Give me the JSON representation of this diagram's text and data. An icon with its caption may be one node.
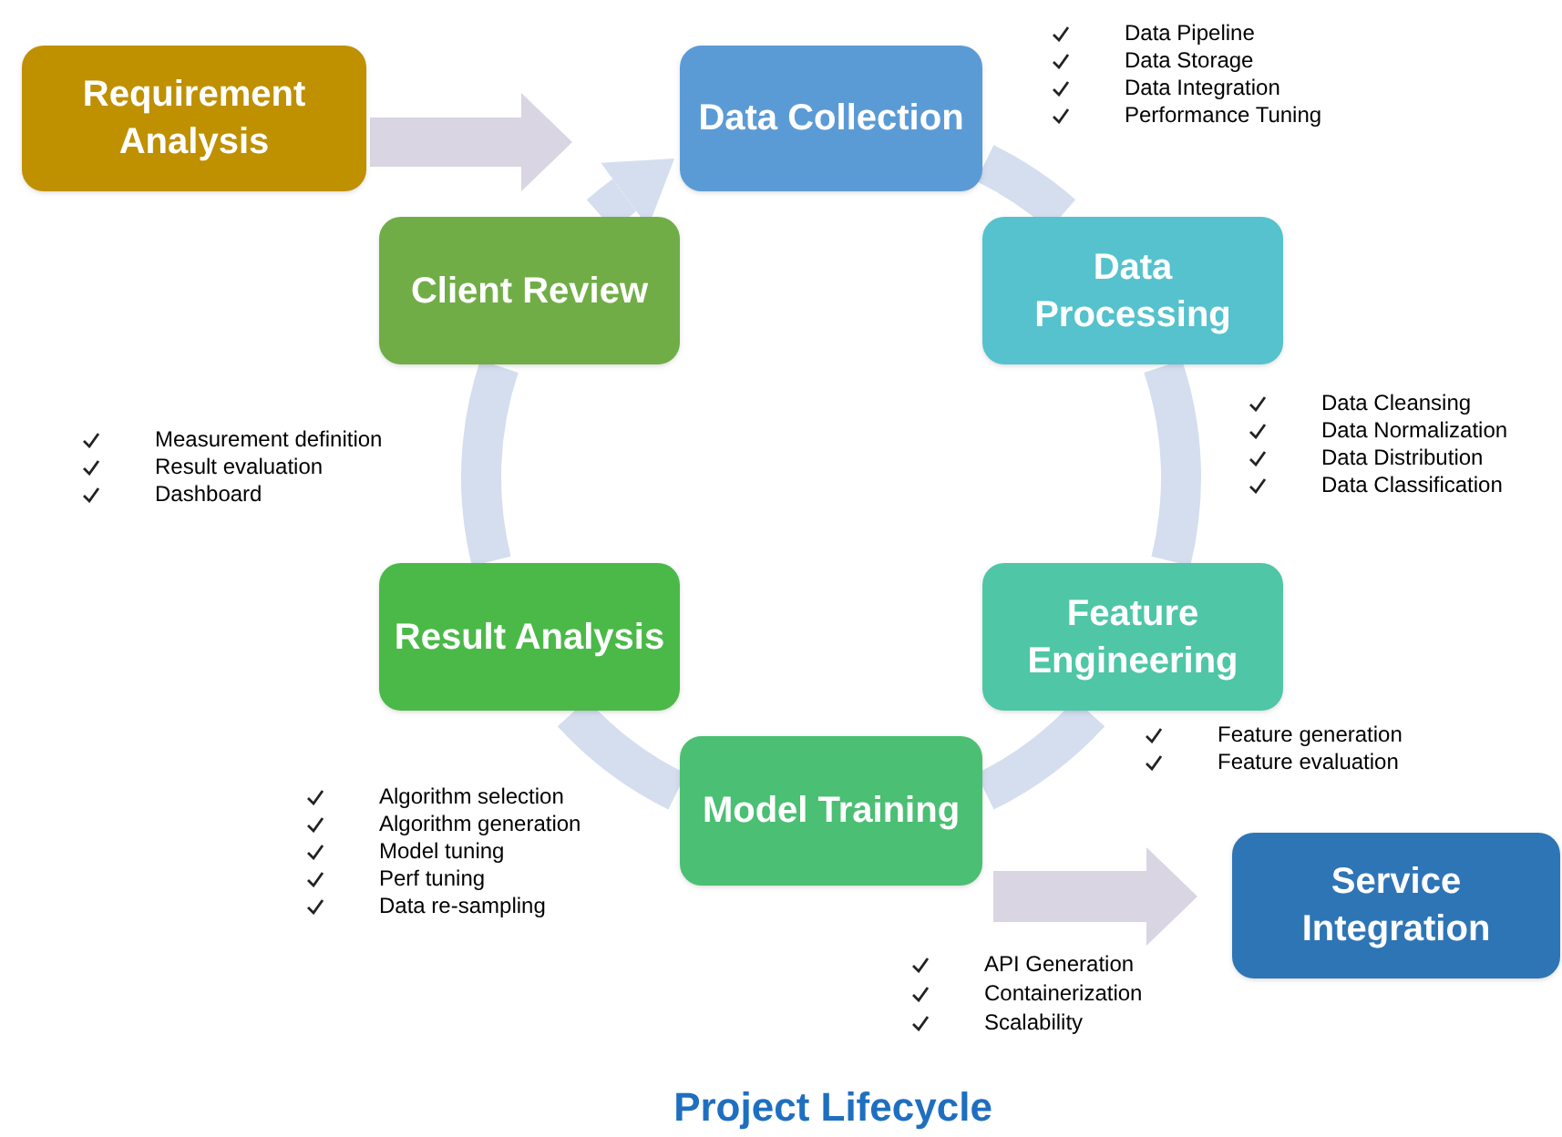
{
  "diagram": {
    "title": "Project Lifecycle",
    "nodes": [
      {
        "text": [
          "Requirement Analysis"
        ]
      },
      {
        "text": [
          "Data Collection"
        ],
        "beside": [
          "Data Pipeline",
          "Data Storage",
          "Data Integration",
          "Performance Tuning"
        ]
      },
      {
        "text": [
          "Data Processing"
        ],
        "beside": [
          "Data Cleansing",
          "Data Normalization",
          "Data Distribution",
          "Data Classification"
        ]
      },
      {
        "text": [
          "Feature Engineering"
        ],
        "beside": [
          "Feature generation",
          "Feature evaluation"
        ]
      },
      {
        "text": [
          "Model Training"
        ],
        "beside": [
          "Algorithm selection",
          "Algorithm generation",
          "Model tuning",
          "Perf tuning",
          "Data re-sampling"
        ]
      },
      {
        "text": [
          "Result Analysis"
        ]
      },
      {
        "text": [
          "Client Review"
        ],
        "beside": [
          "Measurement definition",
          "Result evaluation",
          "Dashboard"
        ]
      },
      {
        "text": [
          "Service Integration"
        ],
        "beside": [
          "API Generation",
          "Containerization",
          "Scalability"
        ]
      }
    ],
    "edges": [
      {
        "from": 0,
        "to": 1,
        "arrow": "to",
        "color": "#d9d5e3"
      },
      {
        "from": 1,
        "to": 2,
        "arrow": "none"
      },
      {
        "from": 2,
        "to": 3,
        "arrow": "none"
      },
      {
        "from": 3,
        "to": 4,
        "arrow": "none"
      },
      {
        "from": 4,
        "to": 5,
        "arrow": "none"
      },
      {
        "from": 5,
        "to": 6,
        "arrow": "none"
      },
      {
        "from": 6,
        "to": 1,
        "arrow": "to"
      },
      {
        "from": 4,
        "to": 7,
        "arrow": "to",
        "color": "#d9d5e3"
      }
    ]
  }
}
